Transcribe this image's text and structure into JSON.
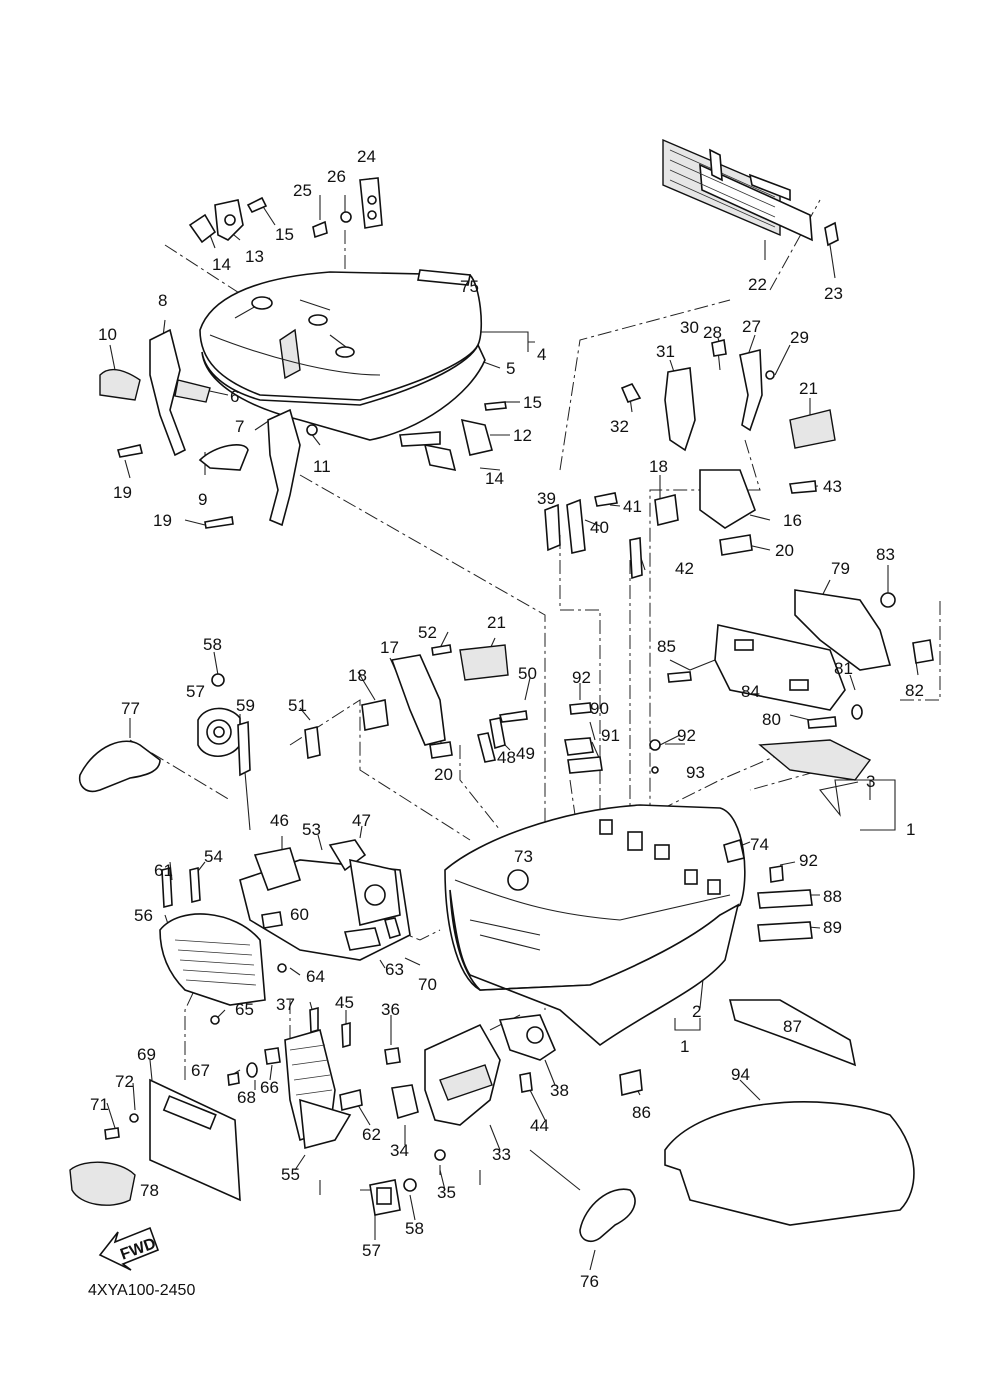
{
  "diagram": {
    "drawing_code": "4XYA100-2450",
    "fwd_label": "FWD",
    "callouts": [
      {
        "id": "c24",
        "text": "24"
      },
      {
        "id": "c25",
        "text": "25"
      },
      {
        "id": "c26",
        "text": "26"
      },
      {
        "id": "c15a",
        "text": "15"
      },
      {
        "id": "c13",
        "text": "13"
      },
      {
        "id": "c14a",
        "text": "14"
      },
      {
        "id": "c75",
        "text": "75"
      },
      {
        "id": "c4",
        "text": "4"
      },
      {
        "id": "c5",
        "text": "5"
      },
      {
        "id": "c8",
        "text": "8"
      },
      {
        "id": "c10",
        "text": "10"
      },
      {
        "id": "c6",
        "text": "6"
      },
      {
        "id": "c7",
        "text": "7"
      },
      {
        "id": "c15b",
        "text": "15"
      },
      {
        "id": "c12",
        "text": "12"
      },
      {
        "id": "c11",
        "text": "11"
      },
      {
        "id": "c14b",
        "text": "14"
      },
      {
        "id": "c9",
        "text": "9"
      },
      {
        "id": "c19a",
        "text": "19"
      },
      {
        "id": "c19b",
        "text": "19"
      },
      {
        "id": "c22",
        "text": "22"
      },
      {
        "id": "c23",
        "text": "23"
      },
      {
        "id": "c28",
        "text": "28"
      },
      {
        "id": "c27",
        "text": "27"
      },
      {
        "id": "c30",
        "text": "30"
      },
      {
        "id": "c29",
        "text": "29"
      },
      {
        "id": "c31",
        "text": "31"
      },
      {
        "id": "c32",
        "text": "32"
      },
      {
        "id": "c21a",
        "text": "21"
      },
      {
        "id": "c43",
        "text": "43"
      },
      {
        "id": "c18a",
        "text": "18"
      },
      {
        "id": "c16",
        "text": "16"
      },
      {
        "id": "c39",
        "text": "39"
      },
      {
        "id": "c41",
        "text": "41"
      },
      {
        "id": "c40",
        "text": "40"
      },
      {
        "id": "c20a",
        "text": "20"
      },
      {
        "id": "c42",
        "text": "42"
      },
      {
        "id": "c83",
        "text": "83"
      },
      {
        "id": "c79",
        "text": "79"
      },
      {
        "id": "c85",
        "text": "85"
      },
      {
        "id": "c84",
        "text": "84"
      },
      {
        "id": "c81",
        "text": "81"
      },
      {
        "id": "c82",
        "text": "82"
      },
      {
        "id": "c80",
        "text": "80"
      },
      {
        "id": "c58a",
        "text": "58"
      },
      {
        "id": "c52",
        "text": "52"
      },
      {
        "id": "c21b",
        "text": "21"
      },
      {
        "id": "c17",
        "text": "17"
      },
      {
        "id": "c57a",
        "text": "57"
      },
      {
        "id": "c59",
        "text": "59"
      },
      {
        "id": "c77",
        "text": "77"
      },
      {
        "id": "c51",
        "text": "51"
      },
      {
        "id": "c18b",
        "text": "18"
      },
      {
        "id": "c50",
        "text": "50"
      },
      {
        "id": "c92a",
        "text": "92"
      },
      {
        "id": "c90",
        "text": "90"
      },
      {
        "id": "c91",
        "text": "91"
      },
      {
        "id": "c92b",
        "text": "92"
      },
      {
        "id": "c93",
        "text": "93"
      },
      {
        "id": "c49",
        "text": "49"
      },
      {
        "id": "c20b",
        "text": "20"
      },
      {
        "id": "c48",
        "text": "48"
      },
      {
        "id": "c3",
        "text": "3"
      },
      {
        "id": "c1a",
        "text": "1"
      },
      {
        "id": "c46",
        "text": "46"
      },
      {
        "id": "c53",
        "text": "53"
      },
      {
        "id": "c47",
        "text": "47"
      },
      {
        "id": "c61",
        "text": "61"
      },
      {
        "id": "c54",
        "text": "54"
      },
      {
        "id": "c73",
        "text": "73"
      },
      {
        "id": "c74",
        "text": "74"
      },
      {
        "id": "c92c",
        "text": "92"
      },
      {
        "id": "c88",
        "text": "88"
      },
      {
        "id": "c56",
        "text": "56"
      },
      {
        "id": "c60",
        "text": "60"
      },
      {
        "id": "c89",
        "text": "89"
      },
      {
        "id": "c64",
        "text": "64"
      },
      {
        "id": "c63",
        "text": "63"
      },
      {
        "id": "c70",
        "text": "70"
      },
      {
        "id": "c37",
        "text": "37"
      },
      {
        "id": "c45",
        "text": "45"
      },
      {
        "id": "c36",
        "text": "36"
      },
      {
        "id": "c2",
        "text": "2"
      },
      {
        "id": "c65",
        "text": "65"
      },
      {
        "id": "c87",
        "text": "87"
      },
      {
        "id": "c69",
        "text": "69"
      },
      {
        "id": "c67",
        "text": "67"
      },
      {
        "id": "c68",
        "text": "68"
      },
      {
        "id": "c66",
        "text": "66"
      },
      {
        "id": "c72",
        "text": "72"
      },
      {
        "id": "c38",
        "text": "38"
      },
      {
        "id": "c1b",
        "text": "1"
      },
      {
        "id": "c71",
        "text": "71"
      },
      {
        "id": "c62",
        "text": "62"
      },
      {
        "id": "c44",
        "text": "44"
      },
      {
        "id": "c86",
        "text": "86"
      },
      {
        "id": "c94",
        "text": "94"
      },
      {
        "id": "c34",
        "text": "34"
      },
      {
        "id": "c33",
        "text": "33"
      },
      {
        "id": "c55",
        "text": "55"
      },
      {
        "id": "c35",
        "text": "35"
      },
      {
        "id": "c78",
        "text": "78"
      },
      {
        "id": "c57b",
        "text": "57"
      },
      {
        "id": "c58b",
        "text": "58"
      },
      {
        "id": "c76",
        "text": "76"
      }
    ]
  }
}
